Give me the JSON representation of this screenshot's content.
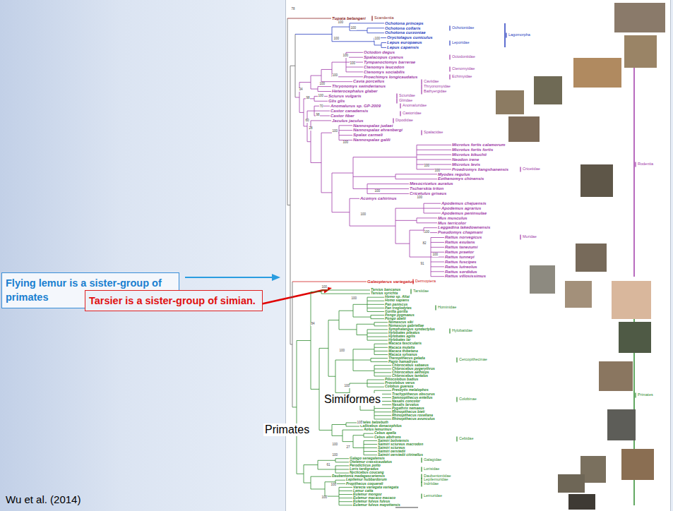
{
  "diagram": {
    "nodes": [
      {
        "text": [
          "Flying lemur is a sister-group of primates"
        ]
      },
      {
        "text": [
          "Tarsier is a sister-group of simian."
        ]
      }
    ],
    "labels": [
      "Tupaia belangeri",
      "Ochotona princeps",
      "Ochotona collaris",
      "Ochotona curzoniae",
      "Oryctolagus cuniculus",
      "Lepus europaeus",
      "Lepus capensis",
      "Octodon degus",
      "Spalacopus cyanus",
      "Tympanoctomys barrerae",
      "Ctenomys leucodon",
      "Ctenomys sociabilis",
      "Proechimys longicaudatus",
      "Cavia porcellus",
      "Thryonomys swinderianus",
      "Heterocephalus glaber",
      "Sciurus vulgaris",
      "Glis glis",
      "Anomalurus sp. GP-2009",
      "Castor canadensis",
      "Castor fiber",
      "Jaculus jaculus",
      "Nannospalax judaei",
      "Nannospalax ehrenbergi",
      "Spalax carmeli",
      "Nannospalax galili",
      "Microtus fortis calamorum",
      "Microtus fortis fortis",
      "Microtus kikuchii",
      "Neodon irene",
      "Microtus levis",
      "Proedromys liangshanensis",
      "Myodes regulus",
      "Eothenomys chinensis",
      "Mesocricetus auratus",
      "Tscherskia triton",
      "Cricetulus griseus",
      "Acomys cahirinus",
      "Apodemus chejuensis",
      "Apodemus agrarius",
      "Apodemus peninsulae",
      "Mus musculus",
      "Mus terricolor",
      "Leggadina lakedownensis",
      "Pseudomys chapmani",
      "Rattus norvegicus",
      "Rattus exulans",
      "Rattus tanezumi",
      "Rattus praetor",
      "Rattus tunneyi",
      "Rattus fuscipes",
      "Rattus lutreolus",
      "Rattus sordidus",
      "Rattus villosissimus",
      "Galeopterus variegatus",
      "Tarsius bancanus",
      "Tarsius syrichta",
      "Homo sp. Altai",
      "Homo sapiens",
      "Pan paniscus",
      "Pan troglodytes",
      "Gorilla gorilla",
      "Pongo pygmaeus",
      "Pongo abelii",
      "Nomascus siki",
      "Nomascus gabriellae",
      "Symphalangus syndactylus",
      "Hylobates pileatus",
      "Hylobates agilis",
      "Hylobates lar",
      "Macaca fascicularis",
      "Macaca mulatta",
      "Macaca thibetana",
      "Macaca sylvanus",
      "Theropithecus gelada",
      "Papio hamadryas",
      "Chlorocebus sabaeus",
      "Chlorocebus pygerythrus",
      "Chlorocebus aethiops",
      "Chlorocebus tantalus",
      "Piliocolobus badius",
      "Procolobus verus",
      "Colobus guereza",
      "Presbytis melalophos",
      "Trachypithecus obscurus",
      "Semnopithecus entellus",
      "Nasalis concolor",
      "Nasalis larvatus",
      "Pygathrix nemaeus",
      "Rhinopithecus bieti",
      "Rhinopithecus roxellana",
      "Rhinopithecus avunculus",
      "Ateles belzebuth",
      "Callicebus donacophilus",
      "Aotus lemurinus",
      "Cebus apella",
      "Cebus albifrons",
      "Saimiri boliviensis",
      "Saimiri sciureus macrodon",
      "Saimiri sciureus",
      "Saimiri oerstedii",
      "Saimiri oerstedii citrinellus",
      "Galago senegalensis",
      "Otolemur crassicaudatus",
      "Perodicticus potto",
      "Loris tardigradus",
      "Nycticebus coucang",
      "Daubentonia madagascariensis",
      "Lepilemur hubbardorum",
      "Propithecus coquereli",
      "Varecia variegata variegata",
      "Lemur catta",
      "Eulemur mongoz",
      "Eulemur macaco macaco",
      "Eulemur fulvus fulvus",
      "Eulemur fulvus mayottensis",
      "Scandentia",
      "Ochotonidae",
      "Leporidae",
      "Lagomorpha",
      "Octodontidae",
      "Ctenomyidae",
      "Echimyidae",
      "Caviidae",
      "Thryonomyidae",
      "Bathyergidae",
      "Sciuridae",
      "Gliridae",
      "Anomaluridae",
      "Castoridae",
      "Dipodidae",
      "Spalacidae",
      "Cricetidae",
      "Muridae",
      "Rodentia",
      "Dermoptera",
      "Tarsiidae",
      "Hominidae",
      "Hylobatidae",
      "Cercopithecinae",
      "Colobinae",
      "Primates",
      "Cebidae",
      "Galagidae",
      "Lorisidae",
      "Daubentoniidae",
      "Lepilemuridae",
      "Indriidae",
      "Lemuridae",
      "78",
      "100",
      "100",
      "100",
      "100",
      "100",
      "100",
      "100",
      "100",
      "34",
      "98",
      "100",
      "70",
      "98",
      "60",
      "28",
      "100",
      "100",
      "100",
      "100",
      "100",
      "100",
      "100",
      "100",
      "82",
      "100",
      "91",
      "100",
      "100",
      "84",
      "100",
      "100",
      "100",
      "100",
      "27",
      "100",
      "61",
      "100",
      "100",
      "Simiformes",
      "Primates",
      "Wu et al. (2014)"
    ]
  }
}
